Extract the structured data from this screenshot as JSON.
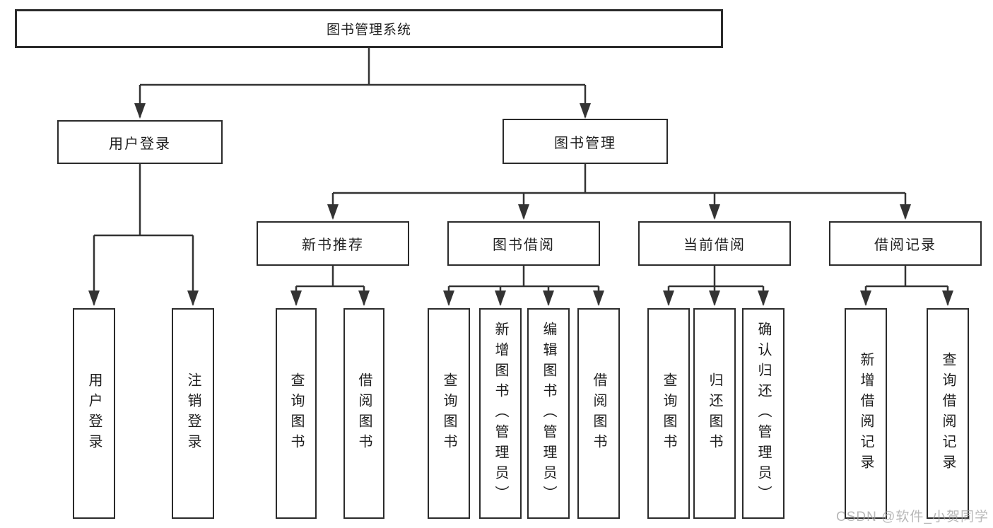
{
  "diagram": {
    "title": "图书管理系统",
    "type": "hierarchy-tree",
    "colors": {
      "background": "#ffffff",
      "line": "#333333",
      "box_border": "#2b2b2b",
      "text": "#1f1f1f",
      "watermark": "#a0a0a0"
    }
  },
  "nodes": {
    "root": "图书管理系统",
    "l2_user_login": "用户登录",
    "l2_book_mgmt": "图书管理",
    "l3_new_book_rec": "新书推荐",
    "l3_book_borrow": "图书借阅",
    "l3_current_borrow": "当前借阅",
    "l3_borrow_record": "借阅记录",
    "leaf_user_login": "用户登录",
    "leaf_logout": "注销登录",
    "leaf_rec_query_book": "查询图书",
    "leaf_rec_borrow_book": "借阅图书",
    "leaf_bb_query_book": "查询图书",
    "leaf_bb_add_book_admin": "新增图书（管理员）",
    "leaf_bb_edit_book_admin": "编辑图书（管理员）",
    "leaf_bb_borrow_book": "借阅图书",
    "leaf_cb_query_book": "查询图书",
    "leaf_cb_return_book": "归还图书",
    "leaf_cb_confirm_return_admin": "确认归还（管理员）",
    "leaf_br_add_record": "新增借阅记录",
    "leaf_br_query_record": "查询借阅记录"
  },
  "watermark": {
    "text": "CSDN @软件_小贺同学"
  }
}
